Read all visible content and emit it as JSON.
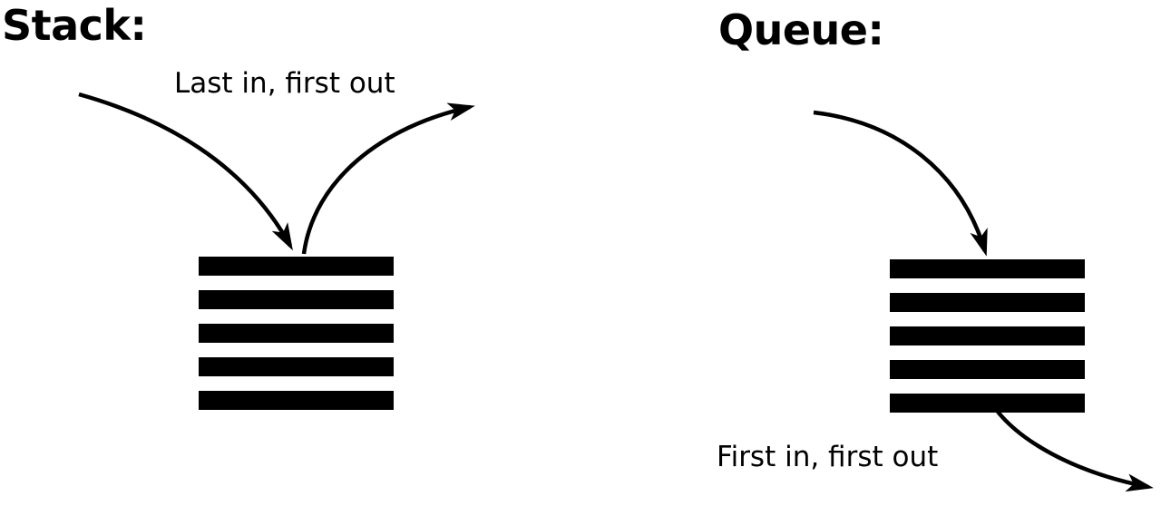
{
  "page": {
    "background": "#ffffff",
    "ink_color": "#000000"
  },
  "panels": [
    {
      "id": "stack",
      "title": "Stack:",
      "caption": "Last in, first out",
      "item_count": 5,
      "input_arrow": "into top",
      "output_arrow": "out of top"
    },
    {
      "id": "queue",
      "title": "Queue:",
      "caption": "First in, first out",
      "item_count": 5,
      "input_arrow": "into top",
      "output_arrow": "out of bottom"
    }
  ]
}
